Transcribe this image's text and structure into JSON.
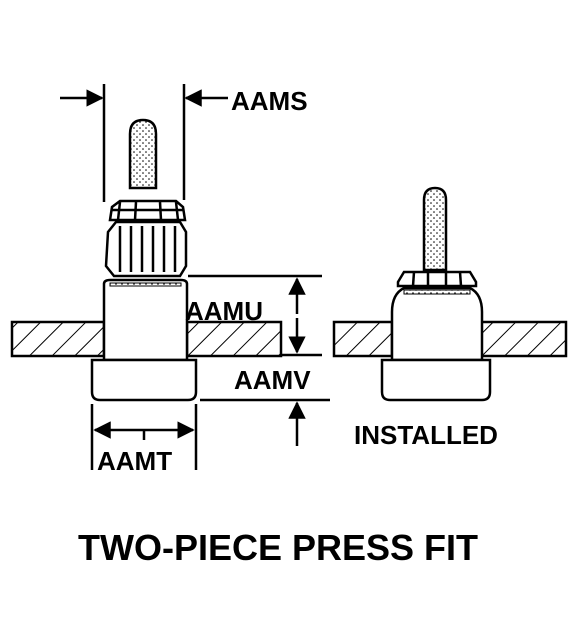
{
  "labels": {
    "aams": "AAMS",
    "aamu": "AAMU",
    "aamv": "AAMV",
    "aamt": "AAMT",
    "installed": "INSTALLED",
    "title": "TWO-PIECE PRESS FIT"
  },
  "colors": {
    "ink": "#000000",
    "paper": "#ffffff"
  }
}
